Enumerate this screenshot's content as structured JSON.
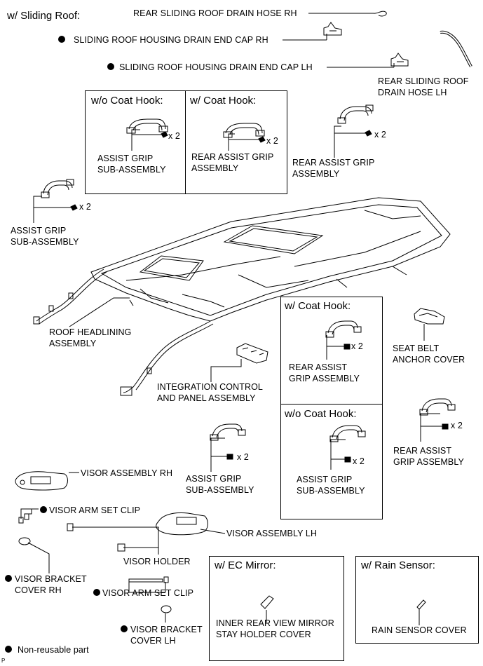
{
  "section_title": "w/ Sliding Roof:",
  "variant_boxes": {
    "wo_coat_hook_top": "w/o Coat Hook:",
    "w_coat_hook_top": "w/ Coat Hook:",
    "w_coat_hook_mid": "w/ Coat Hook:",
    "wo_coat_hook_mid": "w/o Coat Hook:",
    "w_ec_mirror": "w/ EC Mirror:",
    "w_rain_sensor": "w/ Rain Sensor:"
  },
  "labels": {
    "rear_sliding_roof_drain_hose_rh": "REAR SLIDING ROOF DRAIN HOSE RH",
    "sliding_roof_housing_drain_end_cap_rh": "SLIDING ROOF HOUSING DRAIN END CAP RH",
    "sliding_roof_housing_drain_end_cap_lh": "SLIDING ROOF HOUSING DRAIN END CAP LH",
    "rear_sliding_roof_drain_hose_lh_1": "REAR SLIDING ROOF",
    "rear_sliding_roof_drain_hose_lh_2": "DRAIN HOSE LH",
    "box1_assist_grip_1": "ASSIST GRIP",
    "box1_assist_grip_2": "SUB-ASSEMBLY",
    "box2_rear_assist_grip_1": "REAR ASSIST GRIP",
    "box2_rear_assist_grip_2": "ASSEMBLY",
    "rear_assist_grip_top_1": "REAR ASSIST GRIP",
    "rear_assist_grip_top_2": "ASSEMBLY",
    "assist_grip_left_1": "ASSIST GRIP",
    "assist_grip_left_2": "SUB-ASSEMBLY",
    "roof_headlining_1": "ROOF HEADLINING",
    "roof_headlining_2": "ASSEMBLY",
    "box3_rear_assist_grip_1": "REAR ASSIST",
    "box3_rear_assist_grip_2": "GRIP ASSEMBLY",
    "seat_belt_anchor_cover_1": "SEAT BELT",
    "seat_belt_anchor_cover_2": "ANCHOR COVER",
    "integration_control_1": "INTEGRATION CONTROL",
    "integration_control_2": "AND PANEL ASSEMBLY",
    "box4_assist_grip_1": "ASSIST GRIP",
    "box4_assist_grip_2": "SUB-ASSEMBLY",
    "rear_assist_grip_right_1": "REAR ASSIST",
    "rear_assist_grip_right_2": "GRIP ASSEMBLY",
    "assist_grip_center_1": "ASSIST GRIP",
    "assist_grip_center_2": "SUB-ASSEMBLY",
    "visor_assembly_rh": "VISOR ASSEMBLY RH",
    "visor_arm_set_clip_top": "VISOR ARM SET CLIP",
    "visor_assembly_lh": "VISOR ASSEMBLY LH",
    "visor_holder": "VISOR HOLDER",
    "visor_bracket_cover_rh_1": "VISOR BRACKET",
    "visor_bracket_cover_rh_2": "COVER RH",
    "visor_arm_set_clip_bottom": "VISOR ARM SET CLIP",
    "visor_bracket_cover_lh_1": "VISOR BRACKET",
    "visor_bracket_cover_lh_2": "COVER LH",
    "inner_rear_view_mirror_1": "INNER REAR VIEW MIRROR",
    "inner_rear_view_mirror_2": "STAY HOLDER COVER",
    "rain_sensor_cover": "RAIN SENSOR COVER",
    "legend_non_reusable": "Non-reusable part",
    "figure_code": "P"
  },
  "quantities": {
    "box1": "x 2",
    "box2": "x 2",
    "rear_top": "x 2",
    "left": "x 2",
    "box3": "x 2",
    "box4": "x 2",
    "right": "x 2",
    "center": "x 2"
  }
}
